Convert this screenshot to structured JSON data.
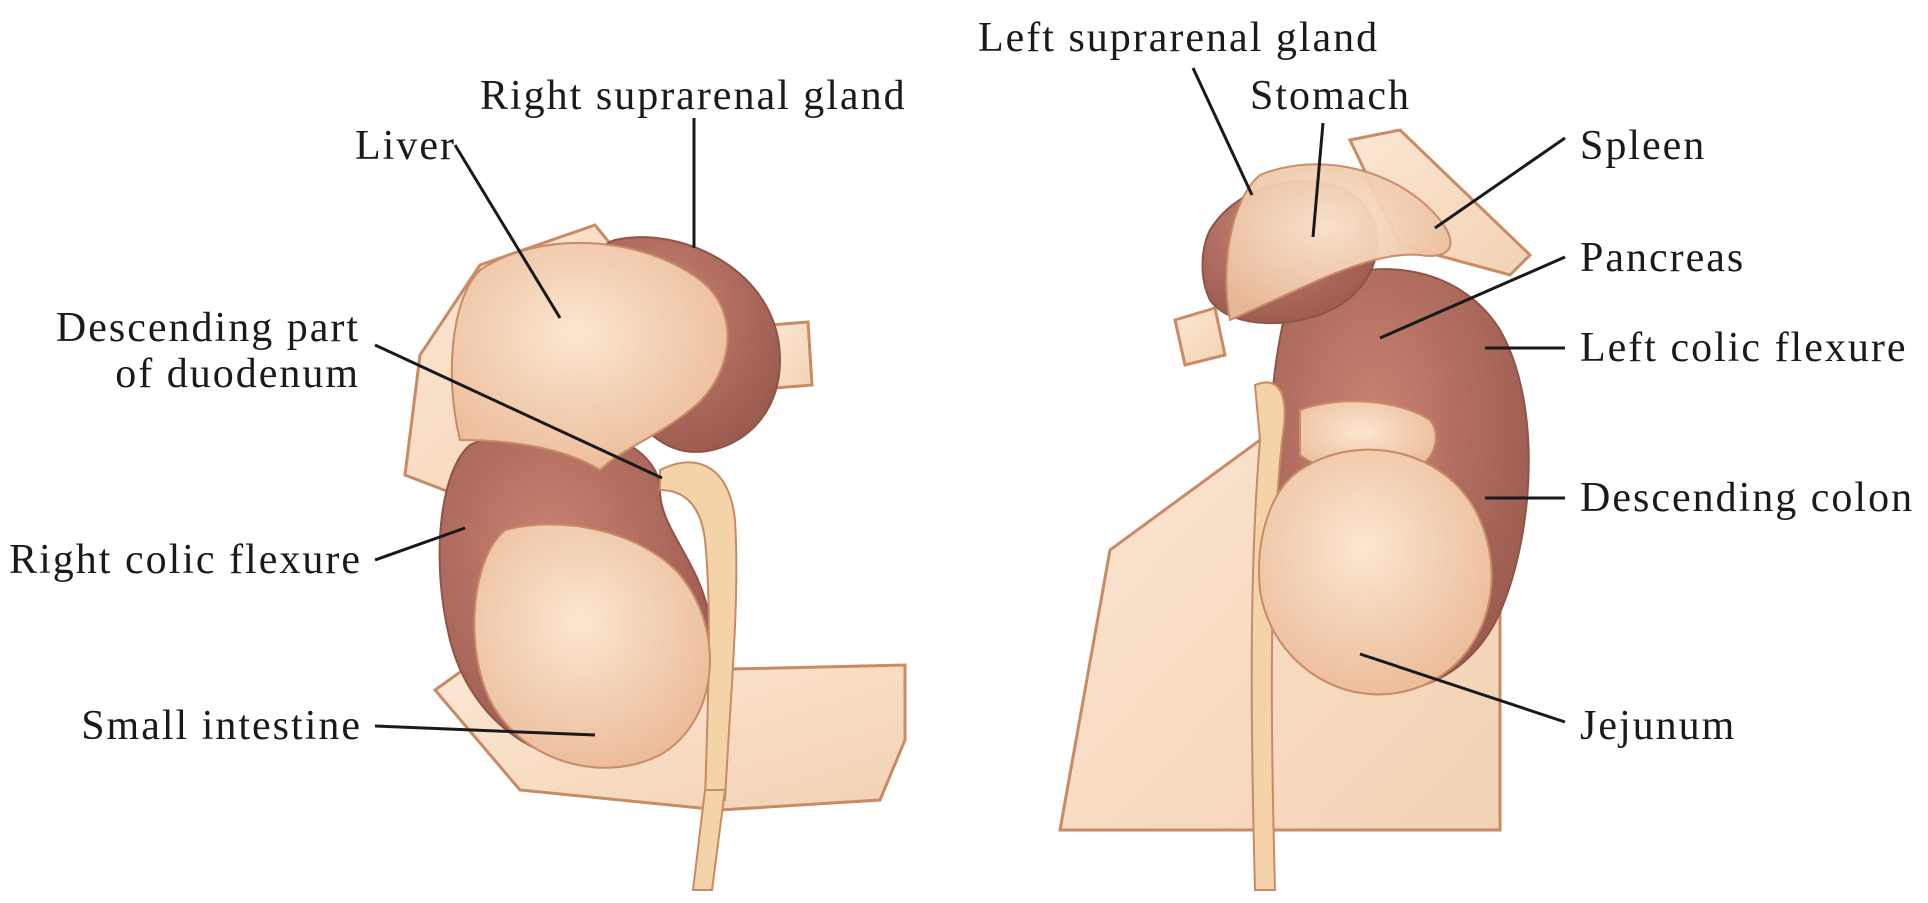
{
  "left_kidney_view": {
    "labels": {
      "right_suprarenal_gland": "Right suprarenal gland",
      "liver": "Liver",
      "descending_duodenum_line1": "Descending part",
      "descending_duodenum_line2": "of duodenum",
      "right_colic_flexure": "Right colic flexure",
      "small_intestine": "Small intestine"
    }
  },
  "right_kidney_view": {
    "labels": {
      "left_suprarenal_gland": "Left suprarenal gland",
      "stomach": "Stomach",
      "spleen": "Spleen",
      "pancreas": "Pancreas",
      "left_colic_flexure": "Left colic flexure",
      "descending_colon": "Descending colon",
      "jejunum": "Jejunum"
    }
  },
  "colors": {
    "skin_light": "#f7dcc0",
    "skin_mid": "#e9b48f",
    "rose_dark": "#a8655a",
    "outline": "#c98a66",
    "leader_line": "#1a1a1a"
  }
}
